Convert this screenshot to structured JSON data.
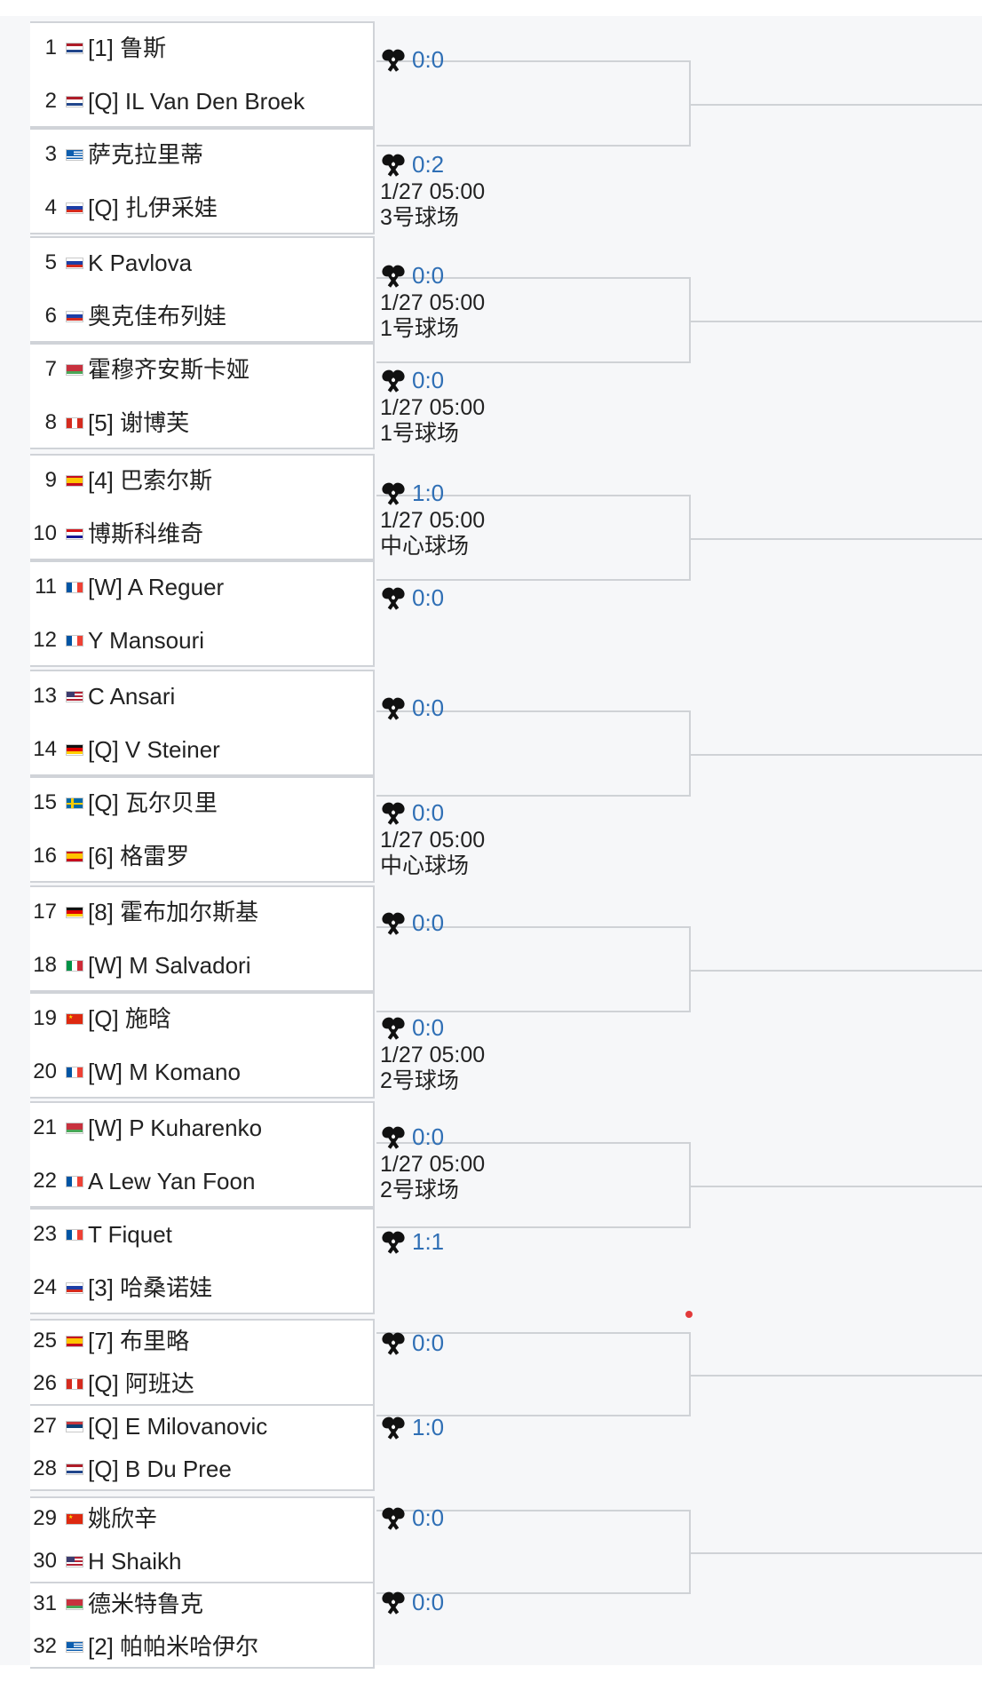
{
  "players": [
    {
      "num": "1",
      "flag": "nl",
      "name": "[1] 鲁斯"
    },
    {
      "num": "2",
      "flag": "nl",
      "name": "[Q] IL Van Den Broek"
    },
    {
      "num": "3",
      "flag": "gr",
      "name": "萨克拉里蒂"
    },
    {
      "num": "4",
      "flag": "ru",
      "name": "[Q] 扎伊采娃"
    },
    {
      "num": "5",
      "flag": "ru",
      "name": "K Pavlova"
    },
    {
      "num": "6",
      "flag": "ru",
      "name": "奥克佳布列娃"
    },
    {
      "num": "7",
      "flag": "by",
      "name": "霍穆齐安斯卡娅"
    },
    {
      "num": "8",
      "flag": "ca",
      "name": "[5] 谢博芙"
    },
    {
      "num": "9",
      "flag": "es",
      "name": "[4] 巴索尔斯"
    },
    {
      "num": "10",
      "flag": "hr",
      "name": "博斯科维奇"
    },
    {
      "num": "11",
      "flag": "fr",
      "name": "[W] A Reguer"
    },
    {
      "num": "12",
      "flag": "fr",
      "name": "Y Mansouri"
    },
    {
      "num": "13",
      "flag": "us",
      "name": "C Ansari"
    },
    {
      "num": "14",
      "flag": "de",
      "name": "[Q] V Steiner"
    },
    {
      "num": "15",
      "flag": "se",
      "name": "[Q] 瓦尔贝里"
    },
    {
      "num": "16",
      "flag": "es",
      "name": "[6] 格雷罗"
    },
    {
      "num": "17",
      "flag": "de",
      "name": "[8] 霍布加尔斯基"
    },
    {
      "num": "18",
      "flag": "it",
      "name": "[W] M Salvadori"
    },
    {
      "num": "19",
      "flag": "cn",
      "name": "[Q] 施晗"
    },
    {
      "num": "20",
      "flag": "fr",
      "name": "[W] M Komano"
    },
    {
      "num": "21",
      "flag": "by",
      "name": "[W] P Kuharenko"
    },
    {
      "num": "22",
      "flag": "fr",
      "name": "A Lew Yan Foon"
    },
    {
      "num": "23",
      "flag": "fr",
      "name": "T Fiquet"
    },
    {
      "num": "24",
      "flag": "ru",
      "name": "[3] 哈桑诺娃"
    },
    {
      "num": "25",
      "flag": "es",
      "name": "[7] 布里略"
    },
    {
      "num": "26",
      "flag": "ca",
      "name": "[Q] 阿班达"
    },
    {
      "num": "27",
      "flag": "rs",
      "name": "[Q] E Milovanovic"
    },
    {
      "num": "28",
      "flag": "nl",
      "name": "[Q] B Du Pree"
    },
    {
      "num": "29",
      "flag": "cn",
      "name": "姚欣辛"
    },
    {
      "num": "30",
      "flag": "us",
      "name": "H Shaikh"
    },
    {
      "num": "31",
      "flag": "by",
      "name": "德米特鲁克"
    },
    {
      "num": "32",
      "flag": "gr",
      "name": "[2] 帕帕米哈伊尔"
    }
  ],
  "matches": [
    {
      "score": "0:0",
      "date": "",
      "court": ""
    },
    {
      "score": "0:2",
      "date": "1/27 05:00",
      "court": "3号球场"
    },
    {
      "score": "0:0",
      "date": "1/27 05:00",
      "court": "1号球场"
    },
    {
      "score": "0:0",
      "date": "1/27 05:00",
      "court": "1号球场"
    },
    {
      "score": "1:0",
      "date": "1/27 05:00",
      "court": "中心球场"
    },
    {
      "score": "0:0",
      "date": "",
      "court": ""
    },
    {
      "score": "0:0",
      "date": "",
      "court": ""
    },
    {
      "score": "0:0",
      "date": "1/27 05:00",
      "court": "中心球场"
    },
    {
      "score": "0:0",
      "date": "",
      "court": ""
    },
    {
      "score": "0:0",
      "date": "1/27 05:00",
      "court": "2号球场"
    },
    {
      "score": "0:0",
      "date": "1/27 05:00",
      "court": "2号球场"
    },
    {
      "score": "1:1",
      "date": "",
      "court": ""
    },
    {
      "score": "0:0",
      "date": "",
      "court": ""
    },
    {
      "score": "1:0",
      "date": "",
      "court": ""
    },
    {
      "score": "0:0",
      "date": "",
      "court": ""
    },
    {
      "score": "0:0",
      "date": "",
      "court": ""
    }
  ],
  "icons": {
    "score_icon": "tennis-racket-icon"
  },
  "colors": {
    "score": "#2f6fb5",
    "border": "#cfd2d6",
    "band": "#f6f7f9"
  }
}
